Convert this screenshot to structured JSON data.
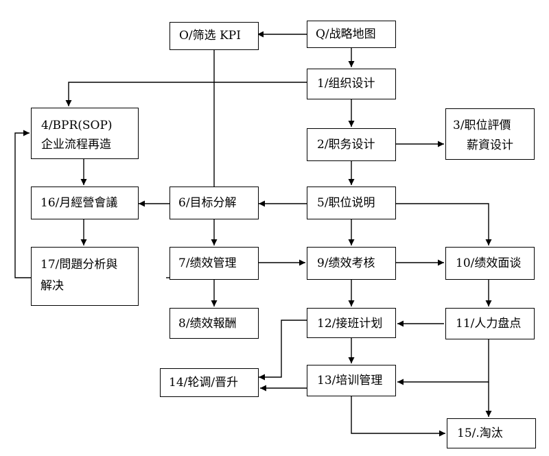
{
  "nodes": {
    "kpi": {
      "label": "O/筛选 KPI"
    },
    "strat": {
      "label": "Q/战略地图"
    },
    "org": {
      "label": "1/组织设计"
    },
    "bpr": {
      "line1": "4/BPR(SOP)",
      "line2": "企业流程再造"
    },
    "duty": {
      "label": "2/职务设计"
    },
    "eval": {
      "line1": "3/职位評價",
      "line2": "薪資设计"
    },
    "monthly": {
      "label": "16/月經營會議"
    },
    "goal": {
      "label": "6/目标分解"
    },
    "desc": {
      "label": "5/职位说明"
    },
    "problem": {
      "line1": "17/問題分析與",
      "line2": "解决"
    },
    "perfmgmt": {
      "label": "7/绩效管理"
    },
    "assess": {
      "label": "9/绩效考核"
    },
    "talk": {
      "label": "10/绩效面谈"
    },
    "reward": {
      "label": "8/绩效報酬"
    },
    "succ": {
      "label": "12/接班计划"
    },
    "invent": {
      "label": "11/人力盘点"
    },
    "rotate": {
      "label": "14/轮调/晋升"
    },
    "train": {
      "label": "13/培训管理"
    },
    "elim": {
      "label": "15/.淘汰"
    }
  }
}
